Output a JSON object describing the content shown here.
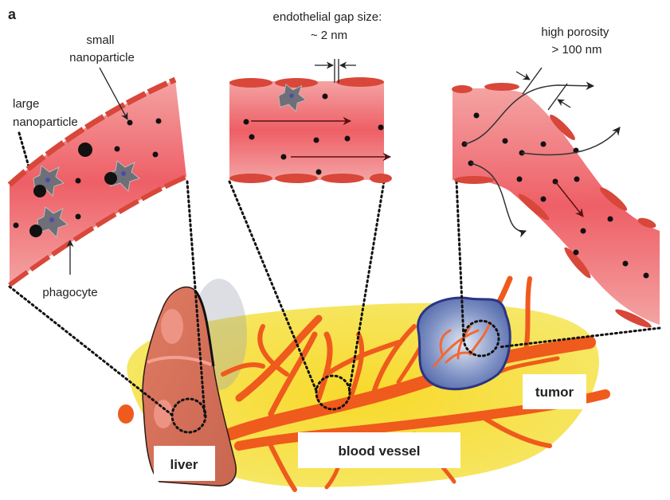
{
  "panel_label": "a",
  "labels": {
    "small_nanoparticle": [
      "small",
      "nanoparticle"
    ],
    "large_nanoparticle": [
      "large",
      "nanoparticle"
    ],
    "phagocyte": "phagocyte",
    "endothelial_gap": [
      "endothelial gap size:",
      "~ 2 nm"
    ],
    "high_porosity": [
      "high porosity",
      "> 100 nm"
    ],
    "liver": "liver",
    "blood_vessel": "blood vessel",
    "tumor": "tumor"
  },
  "colors": {
    "vessel_fill": "#f06a6e",
    "vessel_core": "#f4878a",
    "endothelium": "#d8473a",
    "particle": "#111111",
    "phagocyte": "#6f6f78",
    "phagocyte_nucleus": "#4a4ab0",
    "tissue_bg": "#f7dd2a",
    "tissue_light": "#f5ee7a",
    "vasculature": "#f0581c",
    "liver": "#d9705a",
    "liver_light": "#f29a8a",
    "tumor": "#5d73b3",
    "tumor_edge": "#2c3485",
    "dotted_line": "#111111"
  }
}
